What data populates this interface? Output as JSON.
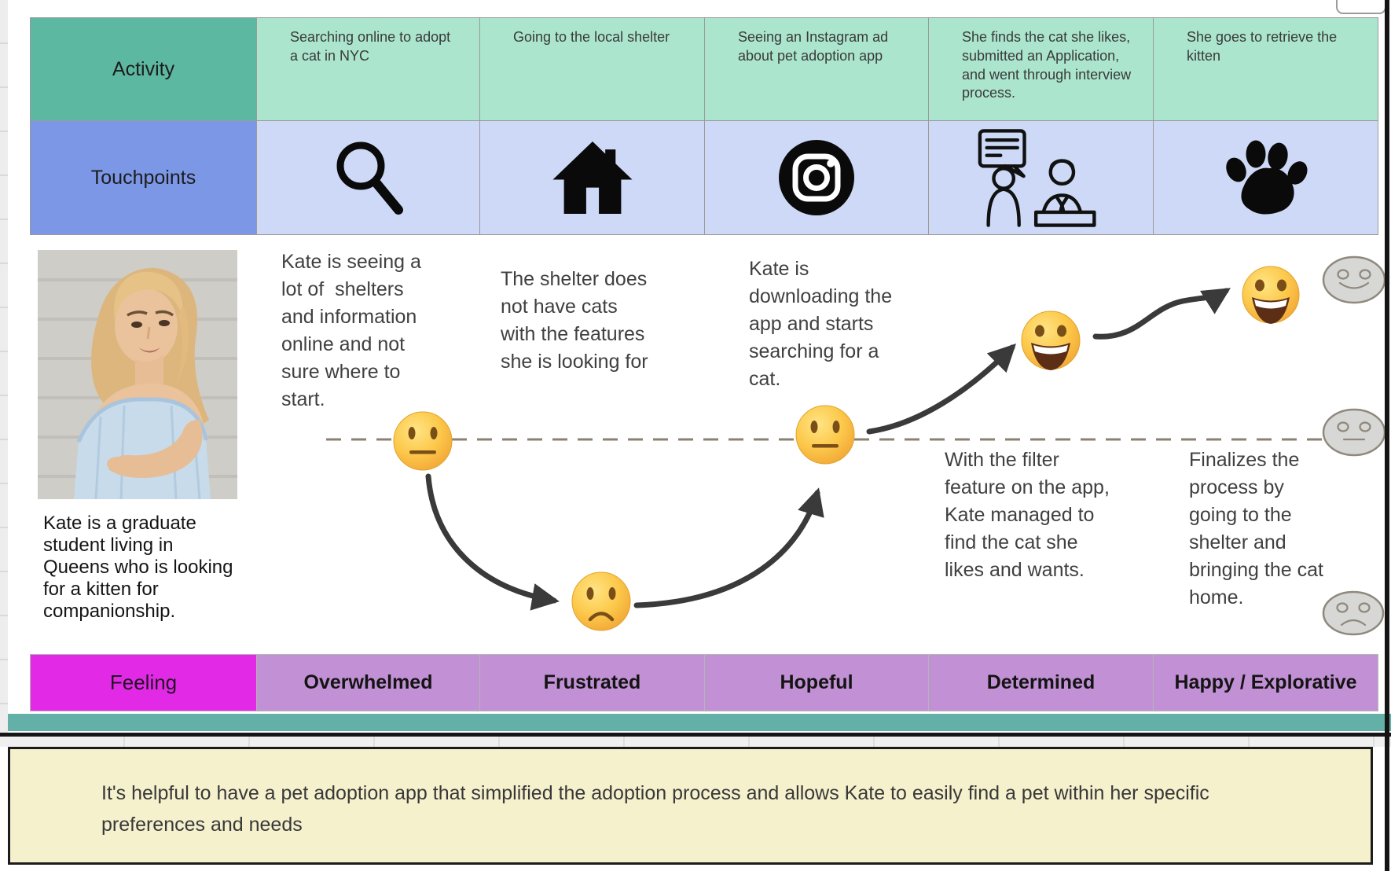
{
  "table": {
    "activity": {
      "label": "Activity",
      "cells": [
        "Searching online to adopt a cat in NYC",
        "Going to the local shelter",
        "Seeing an Instagram ad about pet adoption app",
        "She finds the cat she likes, submitted an Application, and went through interview process.",
        "She goes to retrieve the kitten"
      ]
    },
    "touchpoints": {
      "label": "Touchpoints",
      "icons": [
        "search-icon",
        "home-icon",
        "instagram-icon",
        "interview-icon",
        "paw-icon"
      ]
    },
    "feeling": {
      "label": "Feeling",
      "cells": [
        "Overwhelmed",
        "Frustrated",
        "Hopeful",
        "Determined",
        "Happy / Explorative"
      ]
    }
  },
  "persona": {
    "description": "Kate is a graduate student living in Queens who is looking for a kitten for companionship."
  },
  "journey": {
    "stages": [
      {
        "note": "Kate is seeing a lot of  shelters and information online and not sure where to start.",
        "emoji": "neutral-face"
      },
      {
        "note": "The shelter does not have cats with the features she is looking for",
        "emoji": "frowning-face"
      },
      {
        "note": "Kate is downloading the app and starts searching for a cat.",
        "emoji": "neutral-face"
      },
      {
        "note": "With the filter feature on the app, Kate managed to find the cat she likes and wants.",
        "emoji": "grinning-face"
      },
      {
        "note": "Finalizes the process by going to the shelter and bringing the cat home.",
        "emoji": "grinning-face"
      }
    ],
    "mood_scale": [
      "smiling",
      "neutral",
      "sad"
    ]
  },
  "insight": {
    "text": "It's helpful to have a pet adoption app that simplified the adoption process and allows Kate to easily find a pet within her specific  preferences and needs"
  },
  "colors": {
    "activity_header": "#5db8a2",
    "activity_cell": "#abe5ce",
    "touchpoints_header": "#7b97e6",
    "touchpoints_cell": "#cdd9f6",
    "feeling_header": "#e22ae6",
    "feeling_cell": "#c291d5",
    "accent_bar": "#63b0a9",
    "note_background": "#f5f1cd"
  }
}
